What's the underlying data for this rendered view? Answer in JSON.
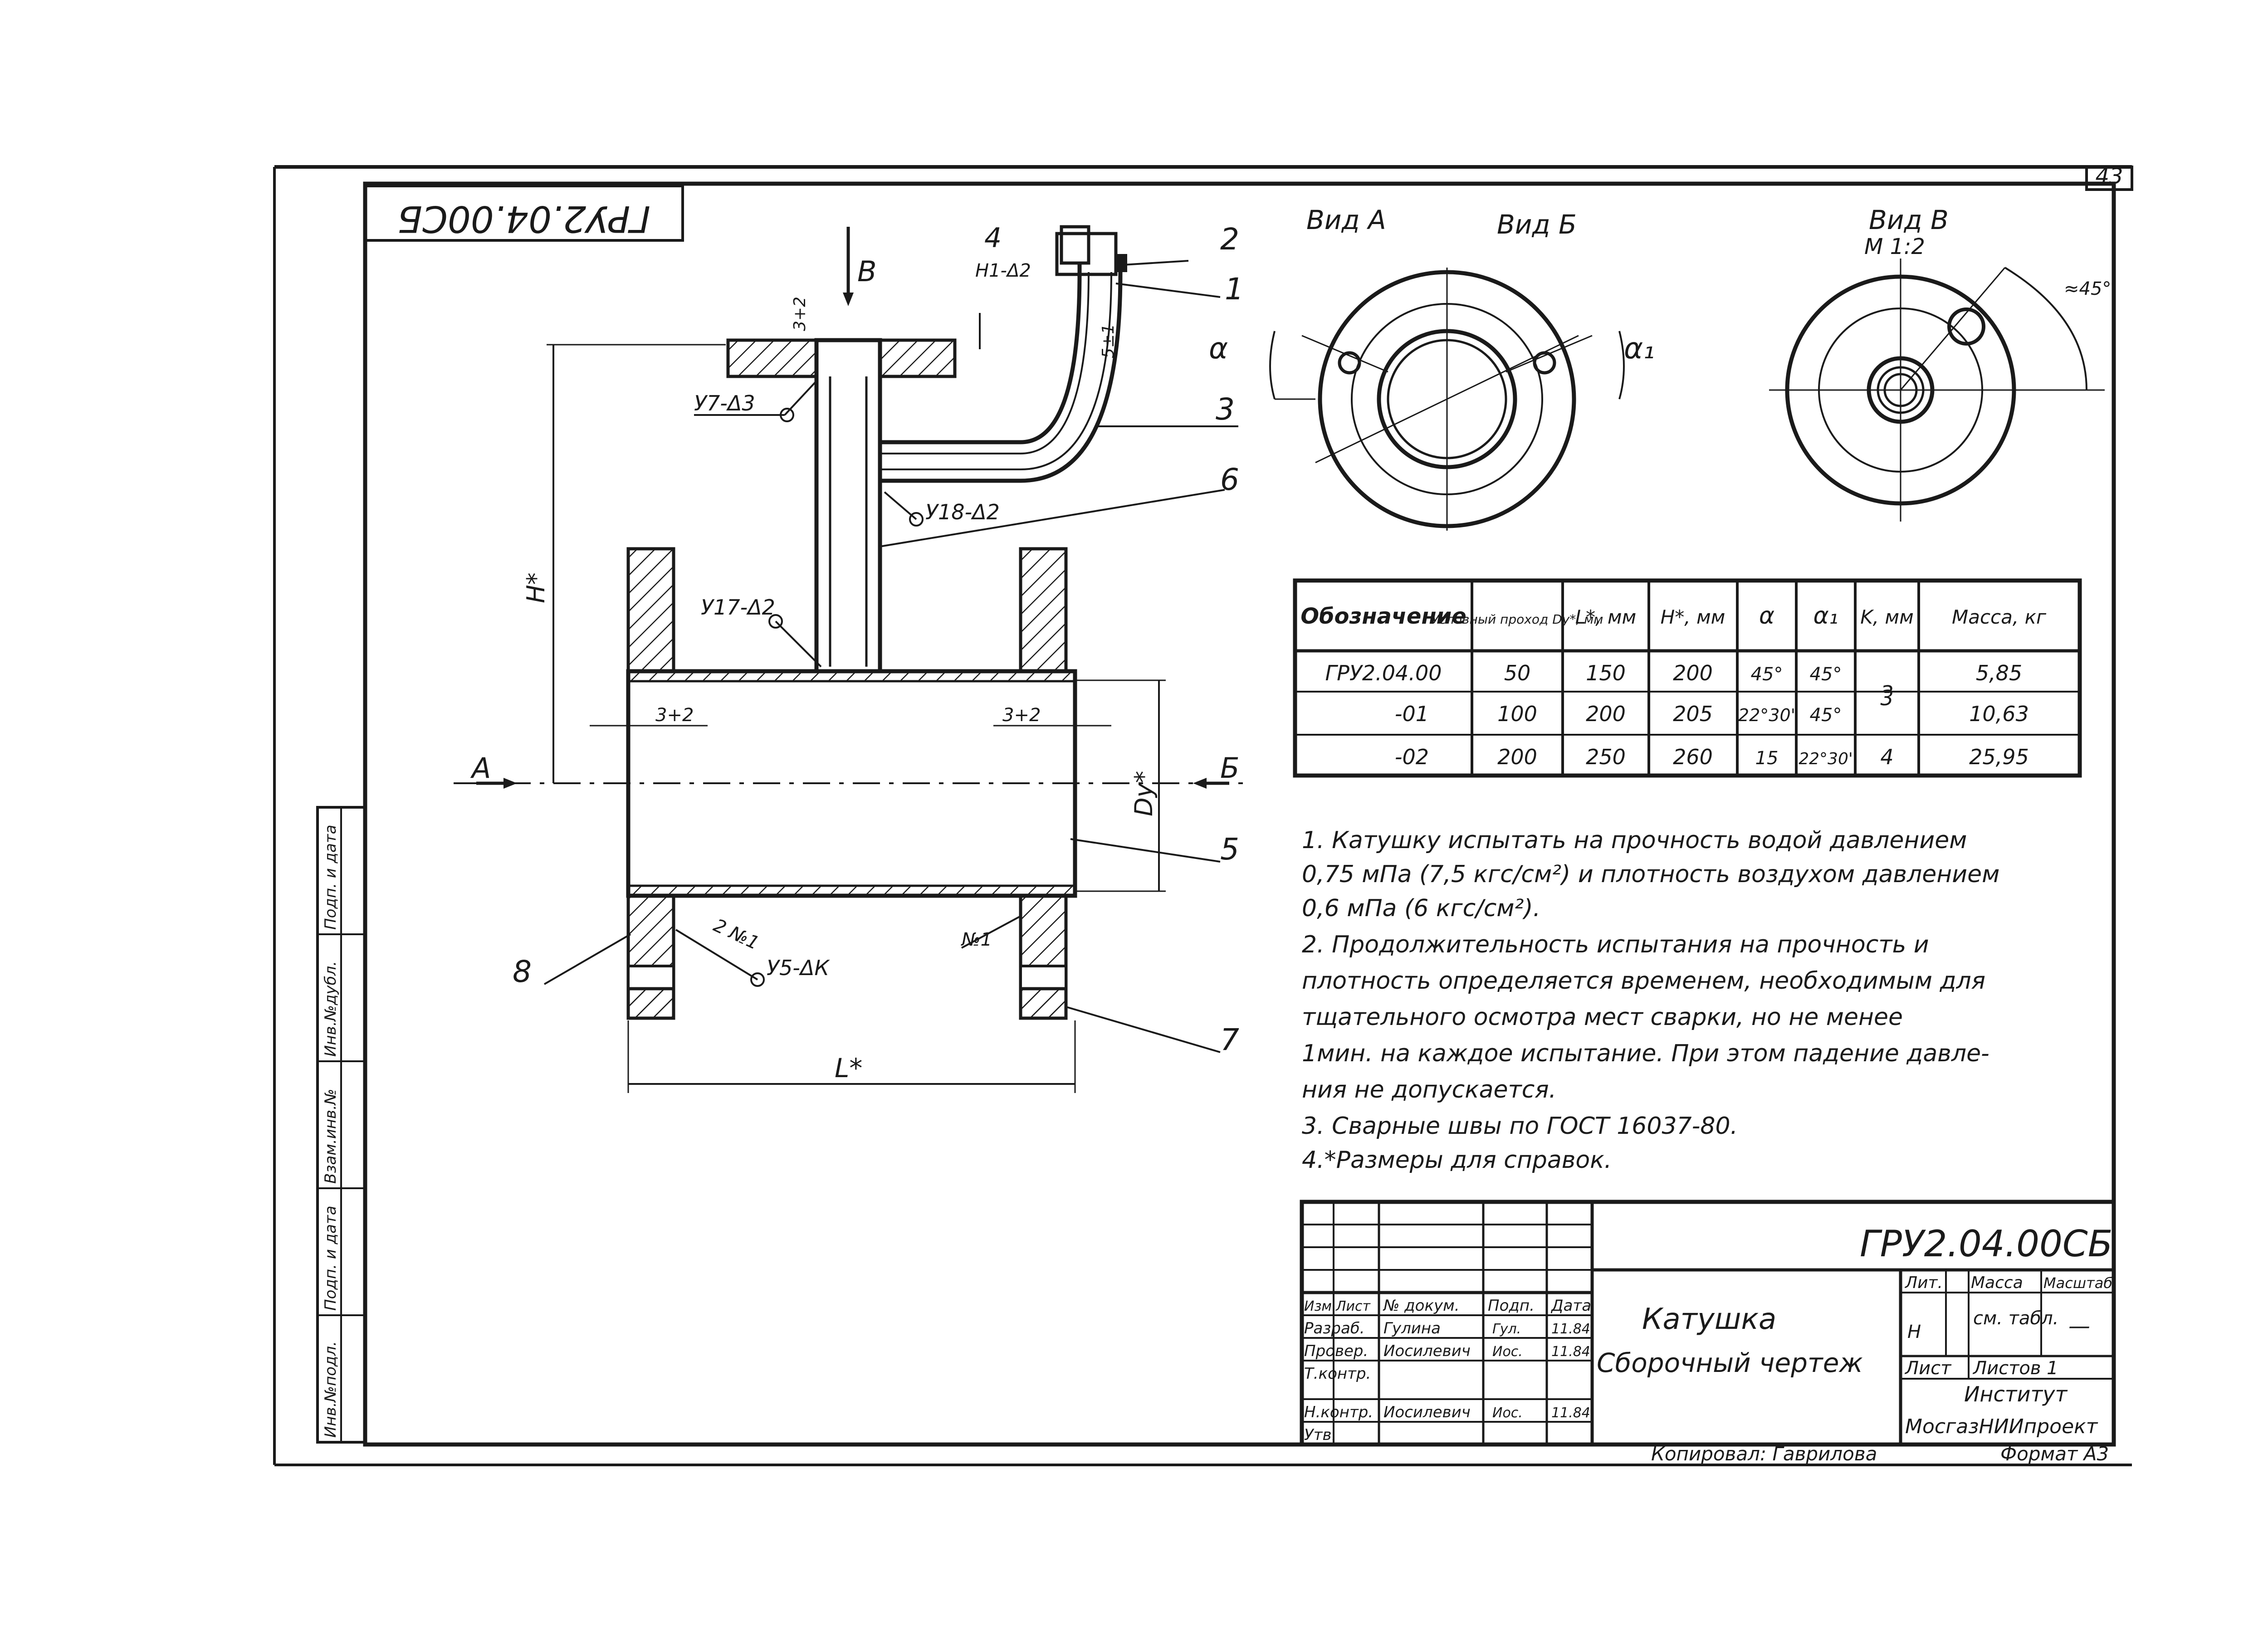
{
  "sheet": {
    "page_number": "43",
    "code_rotated": "ГРУ2.04.00СБ",
    "copied_by": "Копировал: Гаврилова",
    "format": "Формат А3",
    "side_labels": [
      "Инв.№подл.",
      "Подп. и дата",
      "Взам.инв.№",
      "Инв.№дубл.",
      "Подп. и дата"
    ]
  },
  "drawing": {
    "view_arrow_b": "В",
    "view_arrow_a": "А",
    "view_arrow_bb": "Б",
    "callouts": [
      "1",
      "2",
      "3",
      "4",
      "5",
      "6",
      "7",
      "8"
    ],
    "welds": [
      "У7-Δ3",
      "У18-Δ2",
      "У17-Δ2",
      "У5-ΔК",
      "Н1-Δ2"
    ],
    "dims": {
      "H": "H*",
      "Dy": "Dy*",
      "L": "L*",
      "gap1": "3+2",
      "gap2": "3+2",
      "d1": "3+2",
      "d2": "5±1"
    },
    "notes_small": [
      "№1",
      "2 №1"
    ]
  },
  "views": {
    "view_a": "Вид А",
    "view_b": "Вид Б",
    "view_v": "Вид В",
    "view_v_scale": "М 1:2",
    "alpha": "α",
    "alpha1": "α₁",
    "angle45": "≈45°"
  },
  "table": {
    "headers": [
      "Обозначение",
      "Условный проход Dy*, мм",
      "L*, мм",
      "H*, мм",
      "α",
      "α₁",
      "K, мм",
      "Масса, кг"
    ],
    "rows": [
      [
        "ГРУ2.04.00",
        "50",
        "150",
        "200",
        "45°",
        "45°",
        "3",
        "5,85"
      ],
      [
        "-01",
        "100",
        "200",
        "205",
        "22°30'",
        "45°",
        "",
        "10,63"
      ],
      [
        "-02",
        "200",
        "250",
        "260",
        "15",
        "22°30'",
        "4",
        "25,95"
      ]
    ]
  },
  "notes": [
    "1. Катушку испытать на прочность водой давлением",
    "0,75 мПа (7,5 кгс/см²) и плотность воздухом давлением",
    "0,6 мПа (6 кгс/см²).",
    "2. Продолжительность испытания на прочность и",
    "плотность определяется временем, необходимым для",
    "тщательного осмотра мест сварки, но не менее",
    "1мин. на каждое испытание. При этом падение давле-",
    "ния не допускается.",
    "3. Сварные швы по ГОСТ 16037-80.",
    "4.*Размеры для справок."
  ],
  "title_block": {
    "code": "ГРУ2.04.00СБ",
    "name": "Катушка",
    "doc_type": "Сборочный чертеж",
    "lit_label": "Лит.",
    "mass_label": "Масса",
    "scale_label": "Масштаб",
    "lit_value": "Н",
    "mass_value": "см. табл.",
    "scale_value": "—",
    "sheet_label": "Лист",
    "sheets_label": "Листов 1",
    "org1": "Институт",
    "org2": "МосгазНИИпроект",
    "col_headers": [
      "Изм.",
      "Лист",
      "№ докум.",
      "Подп.",
      "Дата"
    ],
    "rows": [
      {
        "role": "Разраб.",
        "name": "Гулина",
        "sign": "Гул.",
        "date": "11.84"
      },
      {
        "role": "Провер.",
        "name": "Иосилевич",
        "sign": "Иос.",
        "date": "11.84"
      },
      {
        "role": "Т.контр.",
        "name": "",
        "sign": "",
        "date": ""
      },
      {
        "role": "Н.контр.",
        "name": "Иосилевич",
        "sign": "Иос.",
        "date": "11.84"
      },
      {
        "role": "Утв.",
        "name": "",
        "sign": "",
        "date": ""
      }
    ]
  }
}
